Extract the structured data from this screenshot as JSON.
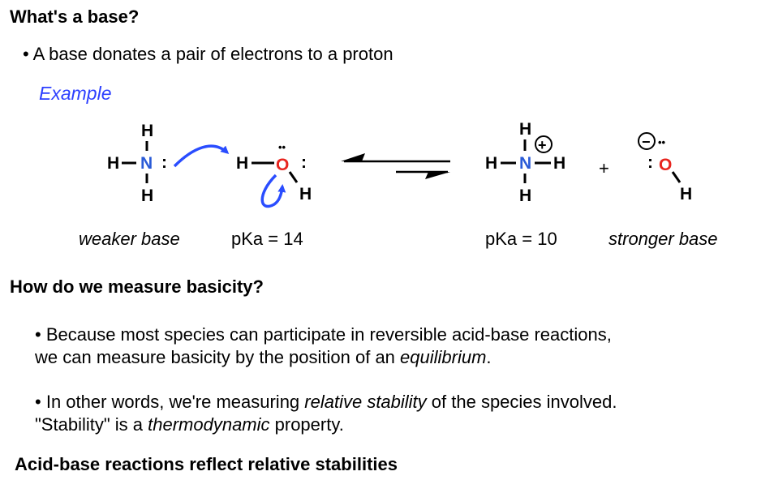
{
  "headings": {
    "what_is_base": "What's a base?",
    "how_measure": "How do we measure basicity?",
    "acid_base_stability": "Acid-base reactions reflect relative stabilities"
  },
  "bullets": {
    "base_definition": "A base donates a pair of electrons to a proton",
    "equilibrium": {
      "line1": "Because most species can participate in reversible acid-base reactions,",
      "line2_start": "we can measure basicity by the position of an ",
      "line2_em": "equilibrium",
      "line2_end": "."
    },
    "stability": {
      "line1_start": "In other words, we're measuring ",
      "line1_em": "relative stability",
      "line1_end": " of the species involved.",
      "line2_start": "\"Stability\" is a ",
      "line2_em": "thermodynamic",
      "line2_end": " property."
    }
  },
  "bullet_symbol": "•",
  "example_label": "Example",
  "reaction": {
    "atoms": {
      "H": "H",
      "N": "N",
      "O": "O",
      "lone_pair": ":",
      "lone_pair_dots": "••",
      "plus_charge": "+",
      "minus_charge": "−"
    },
    "plus_sign": "+",
    "captions": {
      "ammonia": "weaker base",
      "water_pka": "pKa = 14",
      "ammonium_pka": "pKa = 10",
      "hydroxide": "stronger base"
    }
  },
  "colors": {
    "nitrogen": "#2a5bd7",
    "oxygen": "#e8251f",
    "arrow": "#2a4dff",
    "example": "#2c3fff",
    "text": "#000000"
  }
}
